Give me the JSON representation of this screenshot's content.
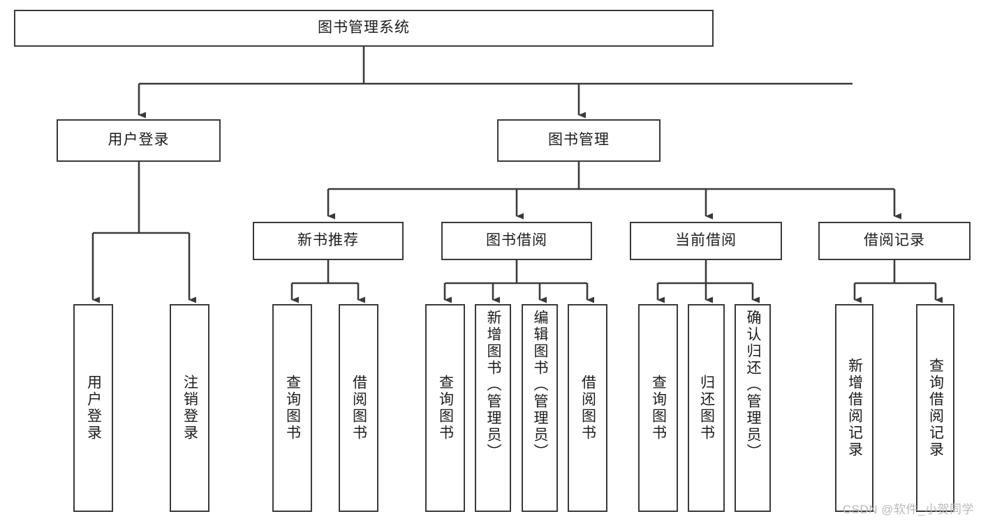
{
  "diagram": {
    "type": "tree-hierarchy-chart",
    "title": "图书管理系统",
    "colors": {
      "box_border": "#3a3a3a",
      "box_fill": "#ffffff",
      "edge": "#3a3a3a",
      "text": "#1c1c1c",
      "watermark": "#b9b9b9",
      "background": "#ffffff"
    },
    "root": {
      "label": "图书管理系统"
    },
    "level1": [
      {
        "label": "用户登录"
      },
      {
        "label": "图书管理"
      }
    ],
    "level2": [
      {
        "label": "新书推荐"
      },
      {
        "label": "图书借阅"
      },
      {
        "label": "当前借阅"
      },
      {
        "label": "借阅记录"
      }
    ],
    "leaves": {
      "user_login": [
        {
          "label": "用户登录"
        },
        {
          "label": "注销登录"
        }
      ],
      "new_book_recommend": [
        {
          "label": "查询图书"
        },
        {
          "label": "借阅图书"
        }
      ],
      "book_borrow": [
        {
          "label": "查询图书"
        },
        {
          "label": "新增图书（管理员）"
        },
        {
          "label": "编辑图书（管理员）"
        },
        {
          "label": "借阅图书"
        }
      ],
      "current_borrow": [
        {
          "label": "查询图书"
        },
        {
          "label": "归还图书"
        },
        {
          "label": "确认归还（管理员）"
        }
      ],
      "borrow_record": [
        {
          "label": "新增借阅记录"
        },
        {
          "label": "查询借阅记录"
        }
      ]
    }
  },
  "watermark": {
    "text": "CSDN @软件_小贺同学"
  }
}
